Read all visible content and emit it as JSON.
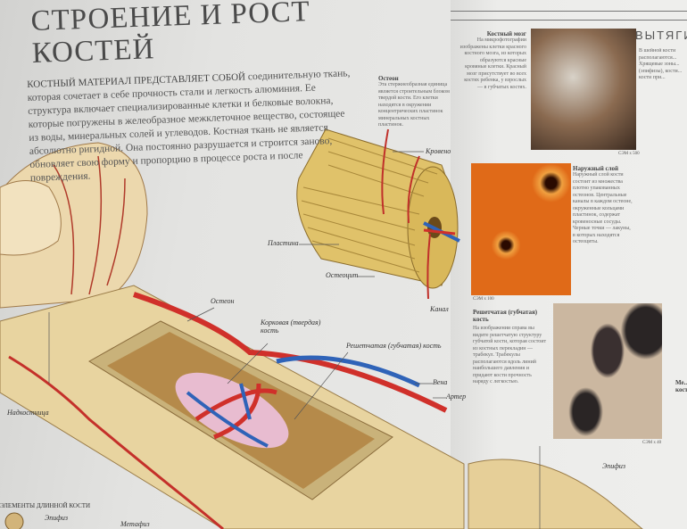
{
  "title": {
    "line1": "СТРОЕНИЕ И РОСТ",
    "line2": "КОСТЕЙ"
  },
  "intro": {
    "lead": "КОСТНЫЙ МАТЕРИАЛ ПРЕДСТАВЛЯЕТ СОБОЙ",
    "text": "соединительную ткань, которая сочетает в себе прочность стали и легкость алюминия. Ее структура включает специализированные клетки и белковые волокна, которые погружены в желеобразное межклеточное вещество, состоящее из воды, минеральных солей и углеводов. Костная ткань не является абсолютно ригидной. Она постоянно разрушается и строится заново, обновляет свою форму и пропорцию в процессе роста и после повреждения."
  },
  "osteon_box": {
    "heading": "Остеон",
    "text": "Эта стержнеобразная единица является строительным блоком твердой кости. Его клетки находятся в окружении концентрических пластинок минеральных костных пластинок."
  },
  "labels": {
    "plastina": "Пластина",
    "osteocyte": "Остеоцит",
    "blood_vessel": "Кровеносный",
    "canal": "Канал",
    "osteon": "Остеон",
    "cortical": "Корковая (твердая) кость",
    "spongy": "Решетчатая (губчатая) кость",
    "vein": "Вена",
    "artery": "Артерия",
    "periosteum": "Надкостница",
    "epiphysis": "Эпифиз",
    "long_bone_elements": "ЭЛЕМЕНТЫ ДЛИННОЙ КОСТИ",
    "epiphysis_legend": "Эпифиз",
    "metaphysis": "Метафиз"
  },
  "right_page": {
    "section_heading": "ВЫТЯГИВ",
    "marrow": {
      "heading": "Костный мозг",
      "text": "На микрофотографии изображены клетки красного костного мозга, из которых образуются красные кровяные клетки. Красный мозг присутствует во всех костях ребенка, у взрослых — в губчатых костях.",
      "mag": "СЭМ x 500"
    },
    "outer": {
      "heading": "Наружный слой",
      "text": "Наружный слой кости состоит из множества плотно упакованных остеонов. Центральные каналы в каждом остеоне, окруженные кольцами пластинок, содержат кровеносные сосуды. Черные точки — лакуны, в которых находятся остеоциты.",
      "mag": "СЭМ x 100"
    },
    "spongy": {
      "heading": "Решетчатая (губчатая) кость",
      "text": "На изображении справа вы видите решетчатую структуру губчатой кости, которая состоит из костных перекладин — трабекул. Трабекулы располагаются вдоль линий наибольшего давления и придают кости прочность наряду с легкостью.",
      "mag": "СЭМ x 40"
    },
    "side_text": "В шейной кости располагаются... Хрящевые зоны... (эпифизы), кости... кости при...",
    "side_heading2": "Ме... кост..."
  },
  "colors": {
    "artery": "#d0302a",
    "vein": "#2f63b8",
    "bone": "#ead39a",
    "text": "#3d3d3d"
  }
}
